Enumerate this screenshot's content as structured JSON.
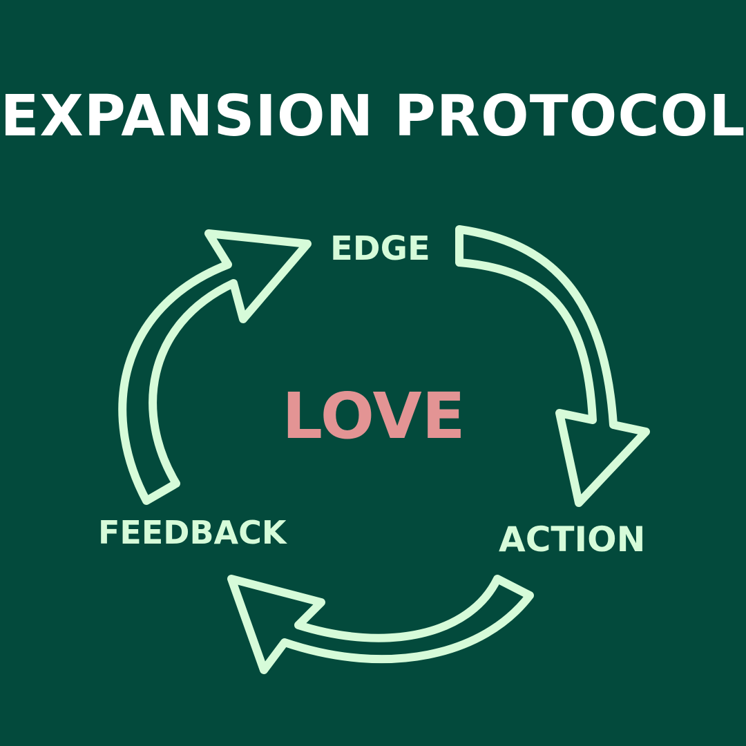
{
  "title": "EXPANSION PROTOCOL",
  "center_label": "LOVE",
  "cycle": {
    "nodes": [
      "EDGE",
      "ACTION",
      "FEEDBACK"
    ]
  },
  "colors": {
    "background": "#034a3c",
    "title": "#ffffff",
    "nodes_and_arrows": "#d6fbd9",
    "center": "#e39494"
  }
}
